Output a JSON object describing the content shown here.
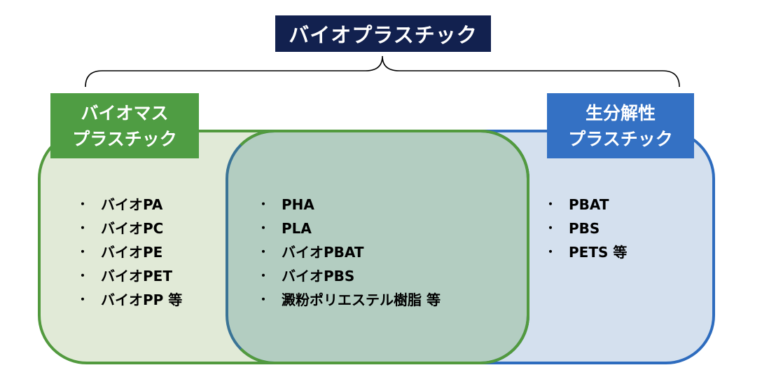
{
  "title": "バイオプラスチック",
  "categories": {
    "biomass": {
      "label_line1": "バイオマス",
      "label_line2": "プラスチック",
      "items": [
        "バイオPA",
        "バイオPC",
        "バイオPE",
        "バイオPET",
        "バイオPP 等"
      ]
    },
    "overlap": {
      "items": [
        "PHA",
        "PLA",
        "バイオPBAT",
        "バイオPBS",
        "澱粉ポリエステル樹脂 等"
      ]
    },
    "biodegradable": {
      "label_line1": "生分解性",
      "label_line2": "プラスチック",
      "items": [
        "PBAT",
        "PBS",
        "PETS 等"
      ]
    }
  },
  "bullet": "・",
  "colors": {
    "title_bg": "#12214f",
    "biomass_green": "#4f9d43",
    "biodegradable_blue": "#3471c4",
    "biomass_fill": "#e1ead7",
    "biodegradable_fill": "#d4e0ee",
    "overlap_fill": "#b3cdc1"
  }
}
